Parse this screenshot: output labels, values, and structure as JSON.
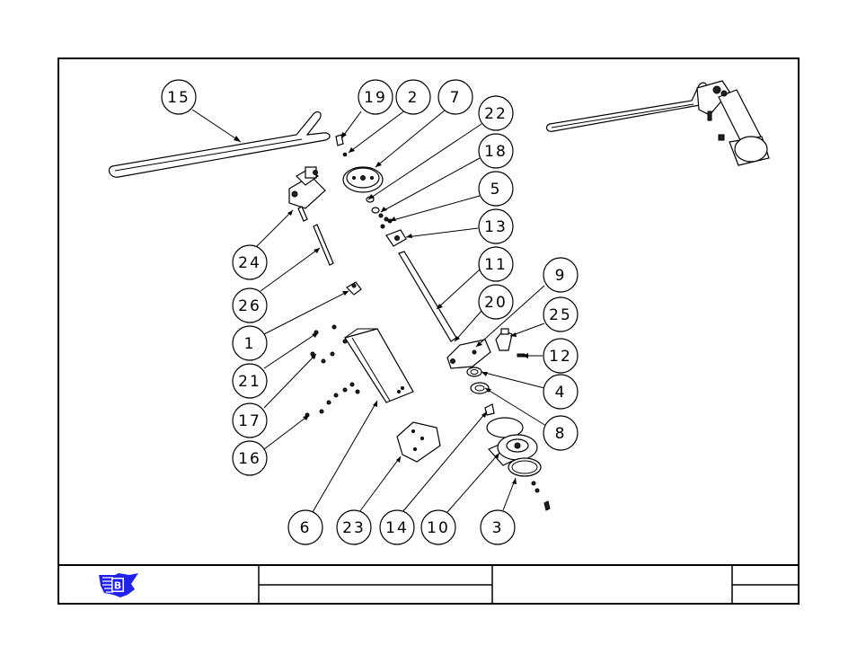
{
  "callouts": [
    {
      "id": "15",
      "label": "15"
    },
    {
      "id": "19",
      "label": "19"
    },
    {
      "id": "2",
      "label": "2"
    },
    {
      "id": "7",
      "label": "7"
    },
    {
      "id": "22",
      "label": "22"
    },
    {
      "id": "18",
      "label": "18"
    },
    {
      "id": "5",
      "label": "5"
    },
    {
      "id": "13",
      "label": "13"
    },
    {
      "id": "11",
      "label": "11"
    },
    {
      "id": "20",
      "label": "20"
    },
    {
      "id": "9",
      "label": "9"
    },
    {
      "id": "25",
      "label": "25"
    },
    {
      "id": "12",
      "label": "12"
    },
    {
      "id": "4",
      "label": "4"
    },
    {
      "id": "8",
      "label": "8"
    },
    {
      "id": "24",
      "label": "24"
    },
    {
      "id": "26",
      "label": "26"
    },
    {
      "id": "1",
      "label": "1"
    },
    {
      "id": "21",
      "label": "21"
    },
    {
      "id": "17",
      "label": "17"
    },
    {
      "id": "16",
      "label": "16"
    },
    {
      "id": "6",
      "label": "6"
    },
    {
      "id": "23",
      "label": "23"
    },
    {
      "id": "14",
      "label": "14"
    },
    {
      "id": "10",
      "label": "10"
    },
    {
      "id": "3",
      "label": "3"
    }
  ],
  "colors": {
    "logo_blue": "#1a1aff",
    "ink": "#000000",
    "paper": "#ffffff"
  },
  "title_block": {
    "logo_icon": "company-logo-icon"
  }
}
